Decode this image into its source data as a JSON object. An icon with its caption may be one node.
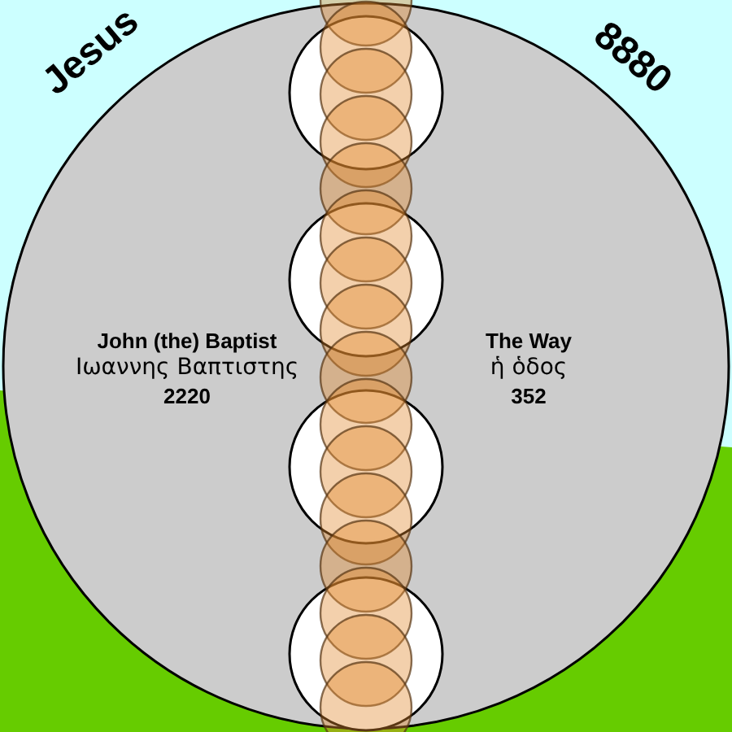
{
  "diagram": {
    "labels": [
      "Jesus",
      "8880",
      "John (the) Baptist",
      "Ιωαννης Βαπτιστης",
      "2220",
      "The Way",
      "ἡ ὁδος",
      "352"
    ]
  }
}
